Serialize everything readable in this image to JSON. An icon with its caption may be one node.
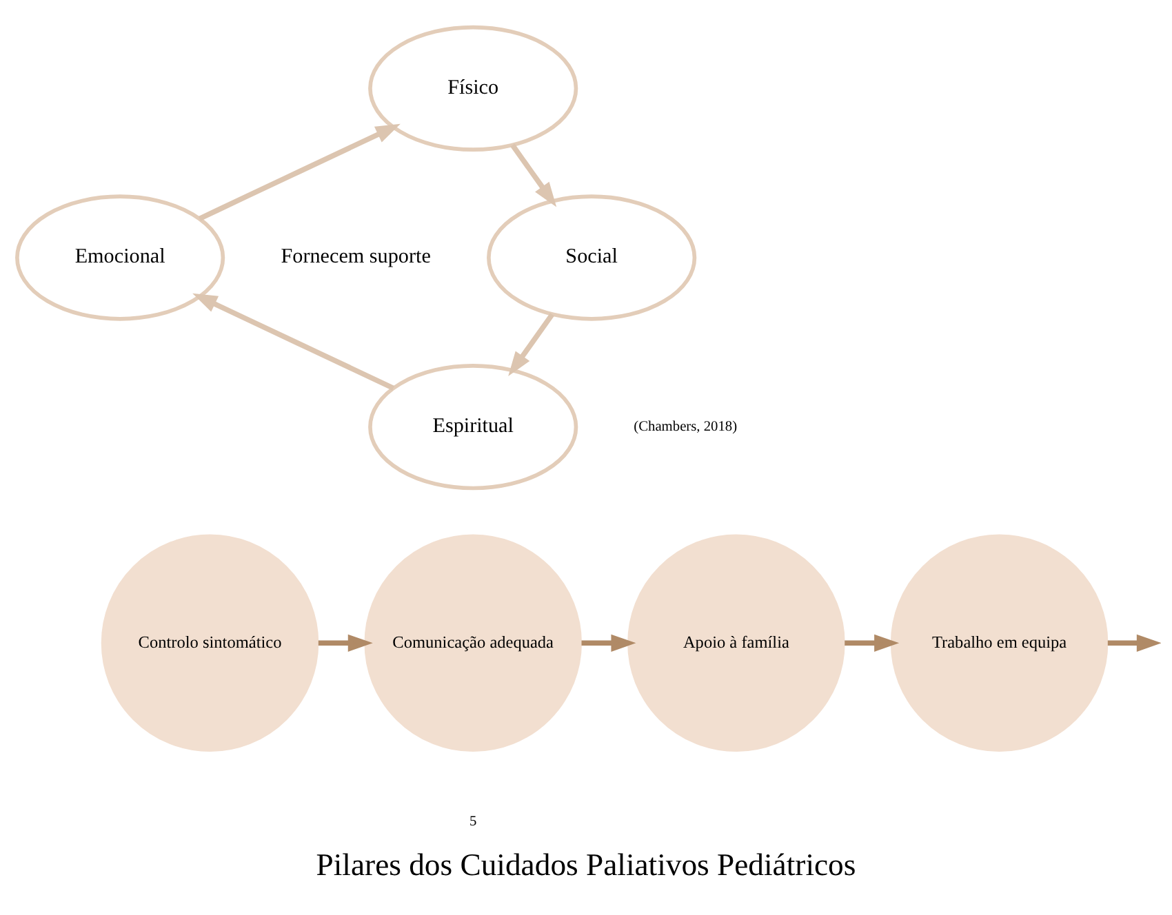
{
  "diagram": {
    "title": "Pilares dos Cuidados Paliativos Pediátricos",
    "nodes": [
      {
        "text": [
          "Físico"
        ]
      },
      {
        "text": [
          "Emocional"
        ]
      },
      {
        "text": [
          "Social"
        ]
      },
      {
        "text": [
          "Espiritual"
        ]
      },
      {
        "text": [
          "Controlo sintomático"
        ]
      },
      {
        "text": [
          "Comunicação adequada"
        ]
      },
      {
        "text": [
          "Apoio à família"
        ]
      },
      {
        "text": [
          "Trabalho em equipa"
        ]
      }
    ],
    "edges": [
      {
        "from": 0,
        "to": 2,
        "arrow": "to",
        "color": "#dcc5b0"
      },
      {
        "from": 2,
        "to": 3,
        "arrow": "to",
        "color": "#dcc5b0"
      },
      {
        "from": 3,
        "to": 1,
        "arrow": "to",
        "color": "#dcc5b0"
      },
      {
        "from": 1,
        "to": 0,
        "arrow": "to",
        "color": "#dcc5b0"
      },
      {
        "from": 4,
        "to": 5,
        "arrow": "to"
      },
      {
        "from": 5,
        "to": 6,
        "arrow": "to"
      },
      {
        "from": 6,
        "to": 7,
        "arrow": "to"
      },
      {
        "from": 7,
        "to": null,
        "arrow": "to"
      }
    ],
    "labels": [
      "Fornecem suporte",
      "(Chambers, 2018)",
      "5"
    ]
  }
}
